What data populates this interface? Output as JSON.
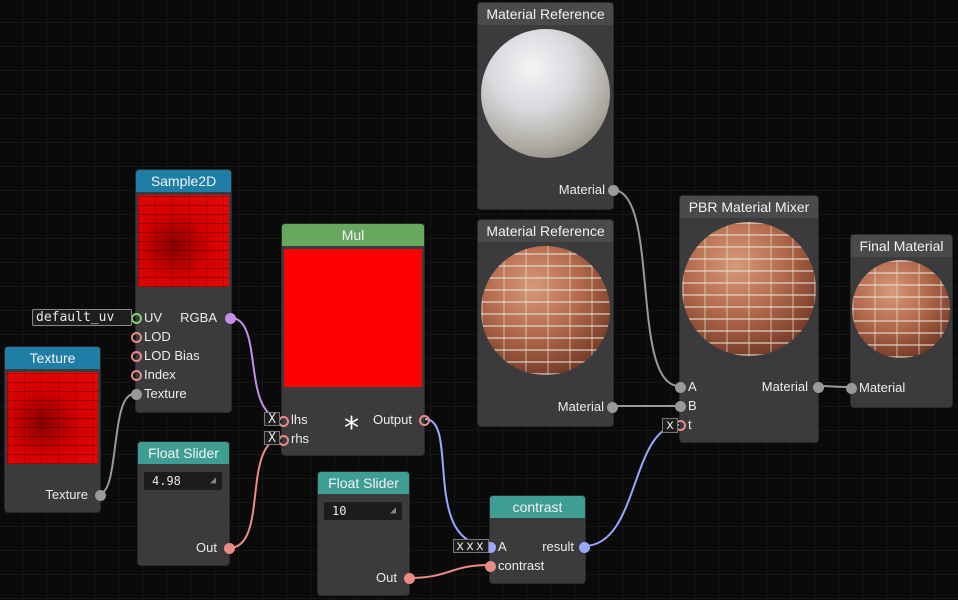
{
  "nodes": {
    "texture": {
      "title": "Texture",
      "out_label": "Texture"
    },
    "sample2d": {
      "title": "Sample2D",
      "default_uv": "default_uv",
      "inputs": [
        "UV",
        "LOD",
        "LOD Bias",
        "Index",
        "Texture"
      ],
      "output": "RGBA"
    },
    "float_slider_1": {
      "title": "Float Slider",
      "value": "4.98",
      "out_label": "Out"
    },
    "mul": {
      "title": "Mul",
      "inputs": [
        "lhs",
        "rhs"
      ],
      "default_lhs": "X",
      "default_rhs": "X",
      "symbol": "*",
      "output": "Output"
    },
    "float_slider_2": {
      "title": "Float Slider",
      "value": "10",
      "out_label": "Out"
    },
    "contrast": {
      "title": "contrast",
      "default_a": "xxx",
      "inputs": [
        "A",
        "contrast"
      ],
      "output": "result"
    },
    "material_ref_1": {
      "title": "Material Reference",
      "out_label": "Material"
    },
    "material_ref_2": {
      "title": "Material Reference",
      "out_label": "Material"
    },
    "pbr_mixer": {
      "title": "PBR Material Mixer",
      "inputs": [
        "A",
        "B",
        "t"
      ],
      "default_t": "x",
      "output": "Material"
    },
    "final_material": {
      "title": "Final Material",
      "in_label": "Material"
    }
  },
  "colors": {
    "texture_header": "#1f7ea6",
    "mul_header": "#67a860",
    "float_header": "#3f9e94",
    "material_header": "#4a4a4c",
    "pin_float": "#e88a86",
    "pin_rgba": "#c68ee8",
    "pin_result": "#98a8ff",
    "pin_material": "#9a9a9a",
    "pin_uv": "#7fd07a"
  }
}
